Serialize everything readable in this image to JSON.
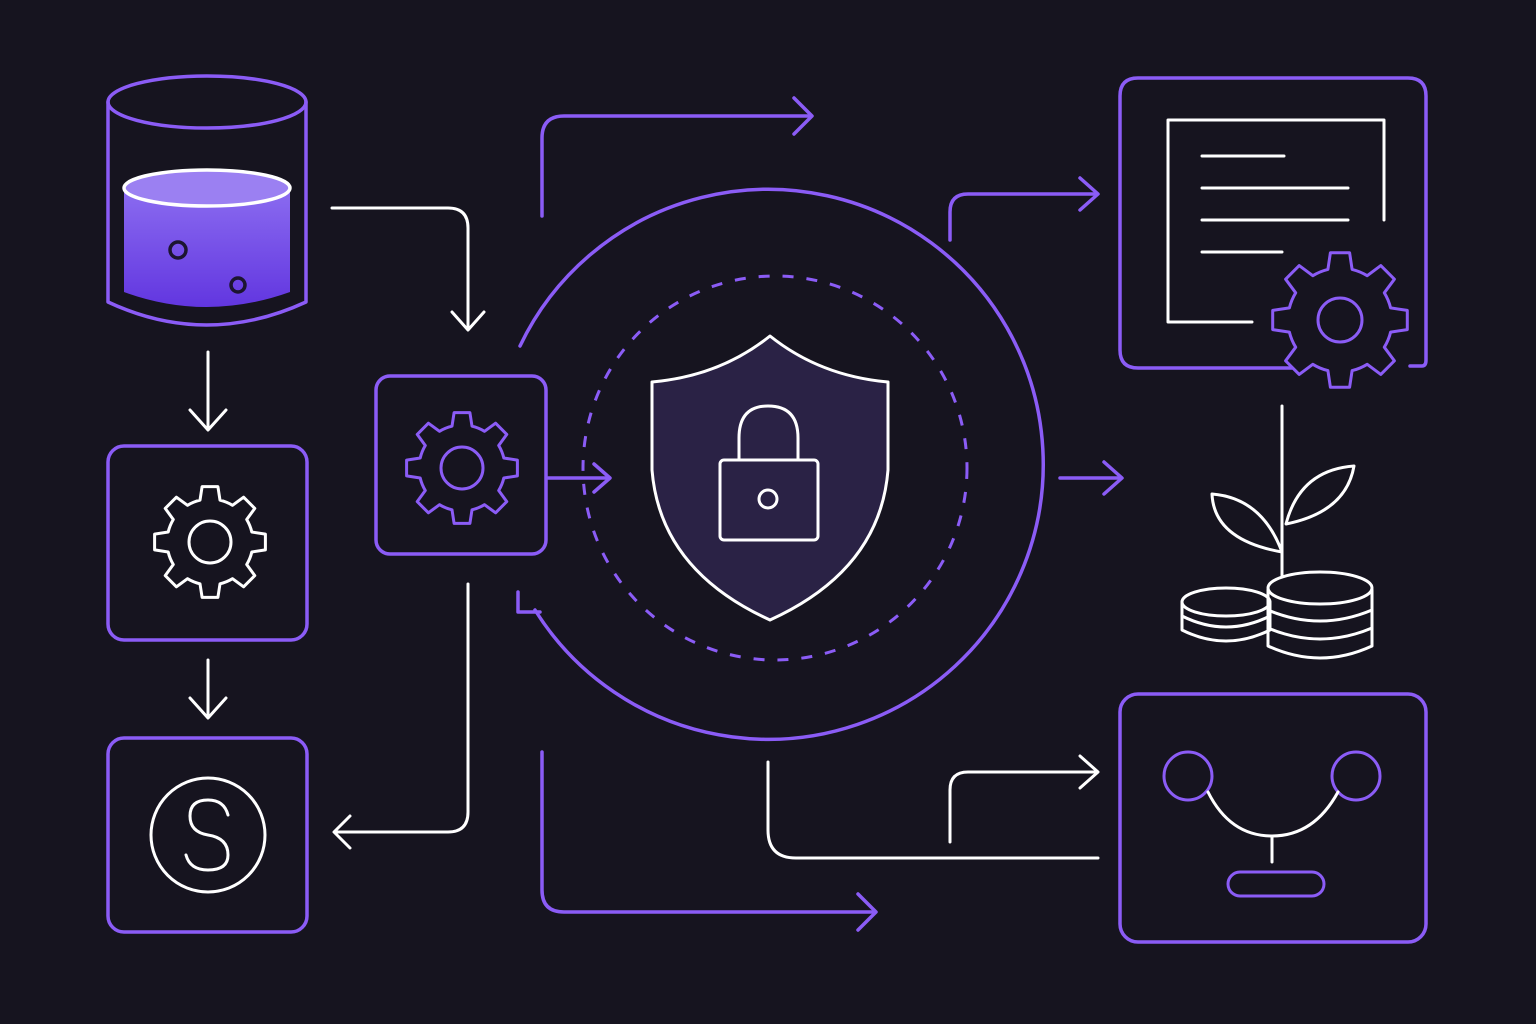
{
  "colors": {
    "background": "#16141f",
    "accent": "#8b5cf6",
    "accent_fill": "#6d3fe0",
    "shield_fill": "#2a2245",
    "line_light": "#ffffff"
  },
  "icons": [
    "database-icon",
    "gear-icon",
    "dollar-coin-icon",
    "shield-lock-icon",
    "document-gear-icon",
    "plant-coins-icon",
    "network-node-icon"
  ],
  "diagram": {
    "center": "shield-lock-icon",
    "nodes": [
      "database",
      "process-gear",
      "currency",
      "central-gear",
      "protection-circle",
      "document-settings",
      "growth",
      "network"
    ]
  }
}
